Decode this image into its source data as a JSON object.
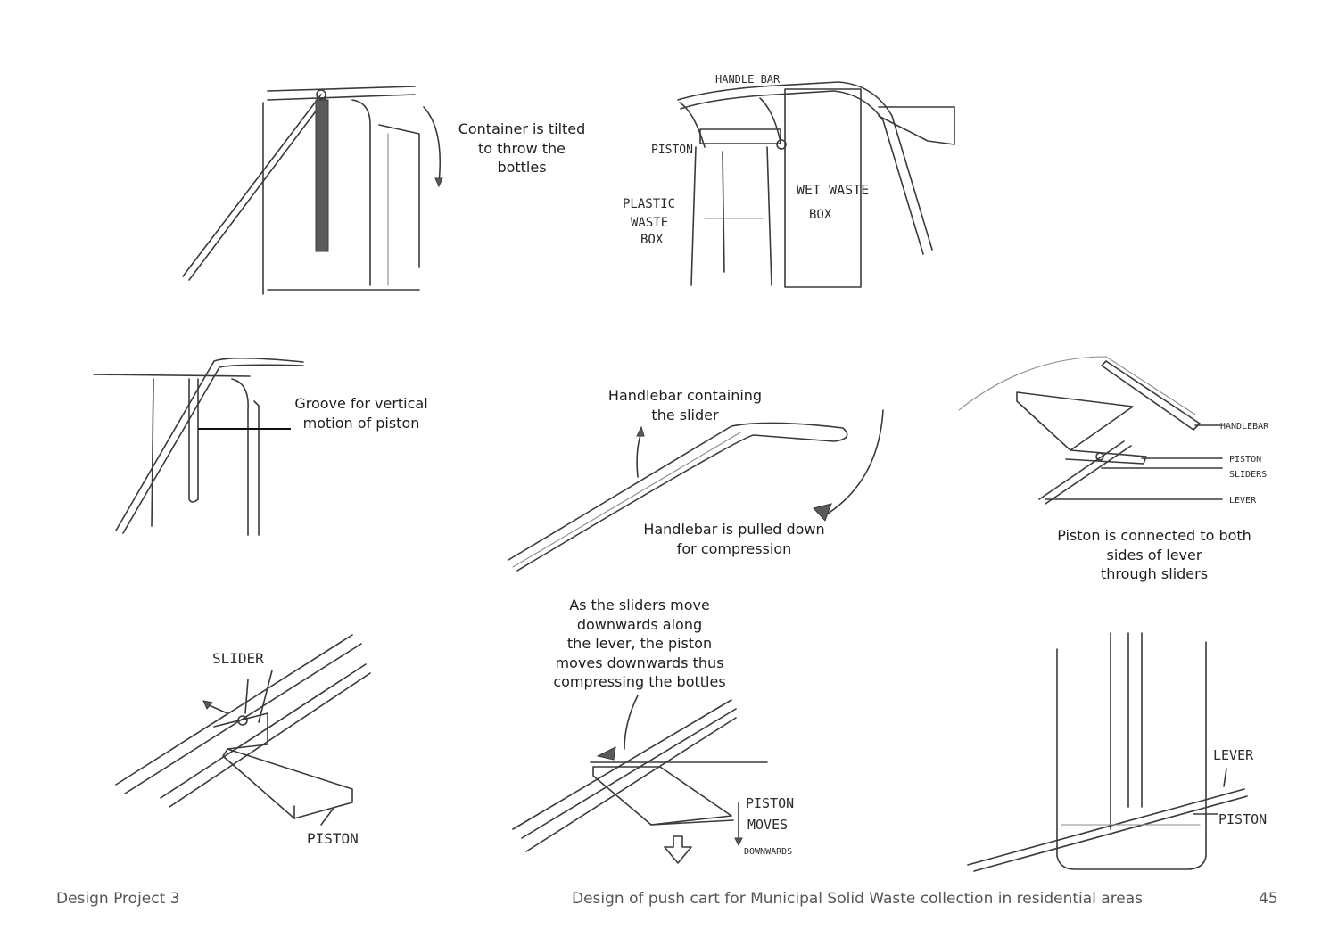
{
  "captions": {
    "tilt": "Container is tilted\nto throw the\nbottles",
    "groove": "Groove for vertical\nmotion of piston",
    "handlebar_slider": "Handlebar containing\nthe slider",
    "pulled": "Handlebar is pulled down\nfor compression",
    "connected": "Piston is connected to both\nsides of lever\nthrough sliders",
    "sliders_move": "As the sliders move\ndownwards along\nthe lever, the piston\nmoves downwards thus\ncompressing the bottles"
  },
  "handwritten": {
    "handle_bar": "HANDLE BAR",
    "piston": "PISTON",
    "plastic_waste_box": [
      "PLASTIC",
      "WASTE",
      "BOX"
    ],
    "wet_waste_box": [
      "WET WASTE",
      "BOX"
    ],
    "handlebar_right": "HANDLEBAR",
    "piston_sliders": [
      "PISTON",
      "SLIDERS"
    ],
    "lever": "LEVER",
    "slider": "SLIDER",
    "piston_bottom": "PISTON",
    "piston_moves_downwards": [
      "PISTON",
      "MOVES",
      "DOWNWARDS"
    ],
    "lever_bottom": "LEVER",
    "piston_bottom_right": "PISTON"
  },
  "footer": {
    "left": "Design Project 3",
    "center": "Design of push cart for Municipal Solid Waste collection in residential areas",
    "page_number": "45"
  }
}
